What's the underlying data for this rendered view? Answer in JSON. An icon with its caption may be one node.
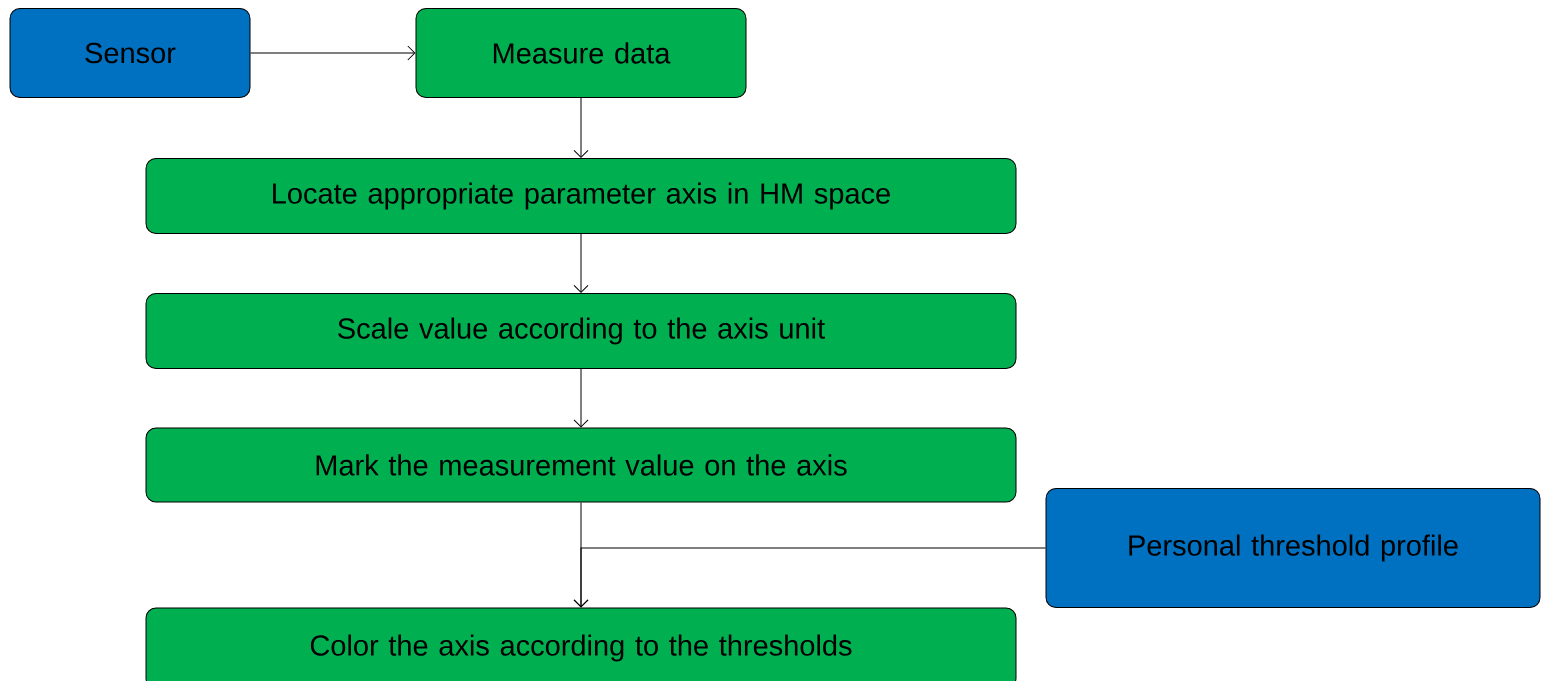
{
  "diagram": {
    "nodes": [
      {
        "text": [
          "Sensor"
        ]
      },
      {
        "text": [
          "Measure data"
        ]
      },
      {
        "text": [
          "Locate appropriate parameter axis in HM space"
        ]
      },
      {
        "text": [
          "Scale value according to the axis unit"
        ]
      },
      {
        "text": [
          "Mark the measurement value on the axis"
        ]
      },
      {
        "text": [
          "Personal threshold profile"
        ]
      },
      {
        "text": [
          "Color the axis according to the thresholds"
        ]
      }
    ],
    "edges": [
      {
        "from": 0,
        "to": 1,
        "arrow": "to"
      },
      {
        "from": 1,
        "to": 2,
        "arrow": "to"
      },
      {
        "from": 2,
        "to": 3,
        "arrow": "to"
      },
      {
        "from": 3,
        "to": 4,
        "arrow": "to"
      },
      {
        "from": 4,
        "to": 6,
        "arrow": "to"
      },
      {
        "from": 5,
        "to": 6,
        "arrow": "to"
      }
    ]
  }
}
